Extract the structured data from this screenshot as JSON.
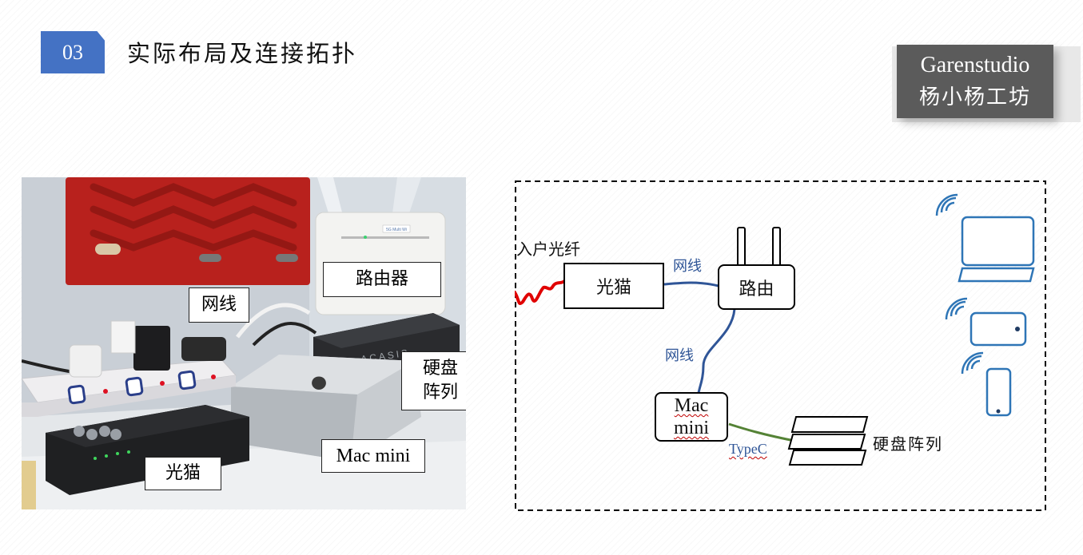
{
  "header": {
    "section_number": "03",
    "title": "实际布局及连接拓扑"
  },
  "brand": {
    "line1": "Garenstudio",
    "line2": "杨小杨工坊"
  },
  "photo": {
    "router_sticker": "5G Multi Wi",
    "disk_brand": "ACASIS",
    "labels": {
      "router": "路由器",
      "cable": "网线",
      "disk_array_line1": "硬盘",
      "disk_array_line2": "阵列",
      "mac_mini": "Mac mini",
      "modem": "光猫"
    }
  },
  "diagram": {
    "fiber_label": "入户光纤",
    "modem": "光猫",
    "router": "路由",
    "mac_line1": "Mac",
    "mac_line2": "mini",
    "disk_array": "硬盘阵列",
    "cable_top": "网线",
    "cable_mid": "网线",
    "typec": "TypeC"
  },
  "colors": {
    "badge": "#4472c4",
    "brand_box": "#5b5b5b",
    "cable_blue": "#2f5597",
    "typec_green": "#548235",
    "device_blue": "#2e75b6",
    "fiber_red": "#e00000"
  }
}
